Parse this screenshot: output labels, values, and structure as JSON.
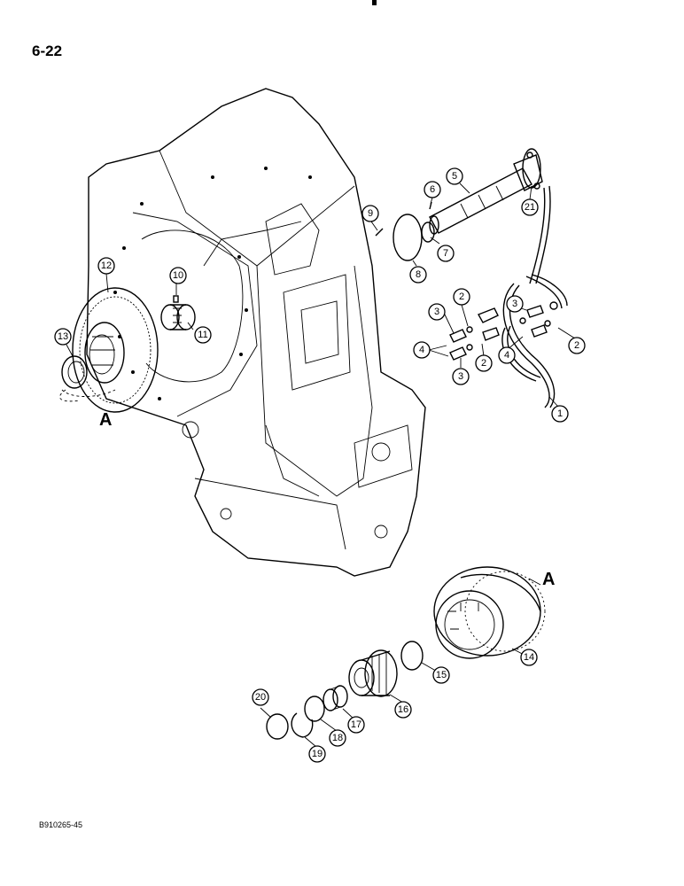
{
  "page_number": "6-22",
  "figure_code": "B910265-45",
  "reference_letter": "A",
  "callouts": [
    "1",
    "2",
    "3",
    "4",
    "5",
    "6",
    "7",
    "8",
    "9",
    "10",
    "11",
    "12",
    "13",
    "14",
    "15",
    "16",
    "17",
    "18",
    "19",
    "20",
    "21"
  ],
  "callouts_extra": [
    "2",
    "3",
    "4",
    "2",
    "3"
  ]
}
